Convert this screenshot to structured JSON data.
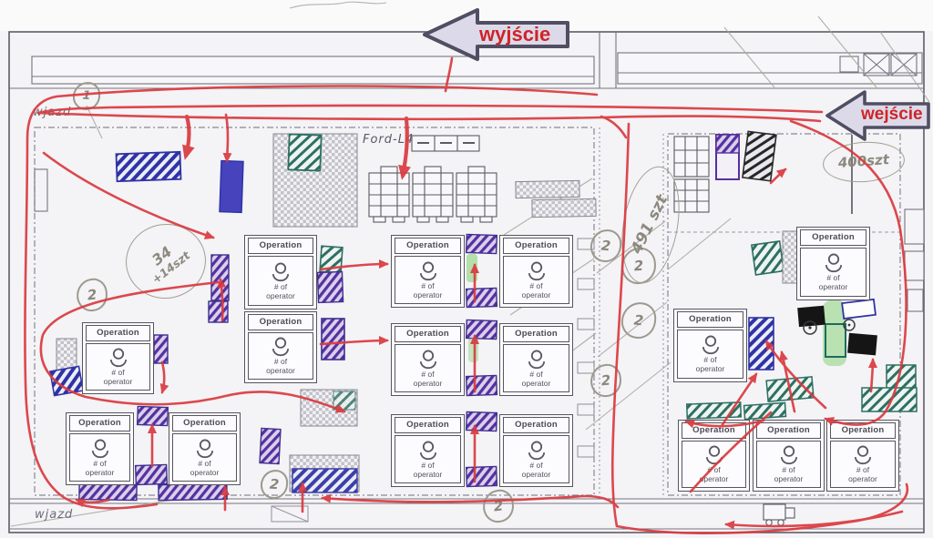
{
  "flow_labels": {
    "exit": "wyjście",
    "entrance": "wejście",
    "gate_top": "wjazd",
    "gate_bottom": "wjazd"
  },
  "title_block": {
    "drawing_title": "Ford-L4"
  },
  "operation_box": {
    "header": "Operation",
    "count_label": "# of",
    "role_label": "operator"
  },
  "annotations": {
    "balloon_top_left": "1",
    "stock_note_left_line1": "34",
    "stock_note_left_line2": "+14szt",
    "stock_note_corridor": "491 szt",
    "stock_note_right": "400szt",
    "circled": [
      {
        "text": "2"
      },
      {
        "text": "2"
      },
      {
        "text": "2"
      },
      {
        "text": "2"
      },
      {
        "text": "2"
      },
      {
        "text": "2"
      },
      {
        "text": "2"
      }
    ]
  },
  "legend_colors": {
    "flow_line_red": "#d93a3f",
    "label_text_red": "#cf2428",
    "block_arrow_fill": "#dcdae8",
    "block_arrow_outline": "#514d63",
    "hatch_navy": "#2f33a6",
    "hatch_purple": "#5630a0",
    "hatch_teal": "#2e6f63",
    "highlight_green": "#7ed06e",
    "pencil_gray": "#9d998e"
  }
}
